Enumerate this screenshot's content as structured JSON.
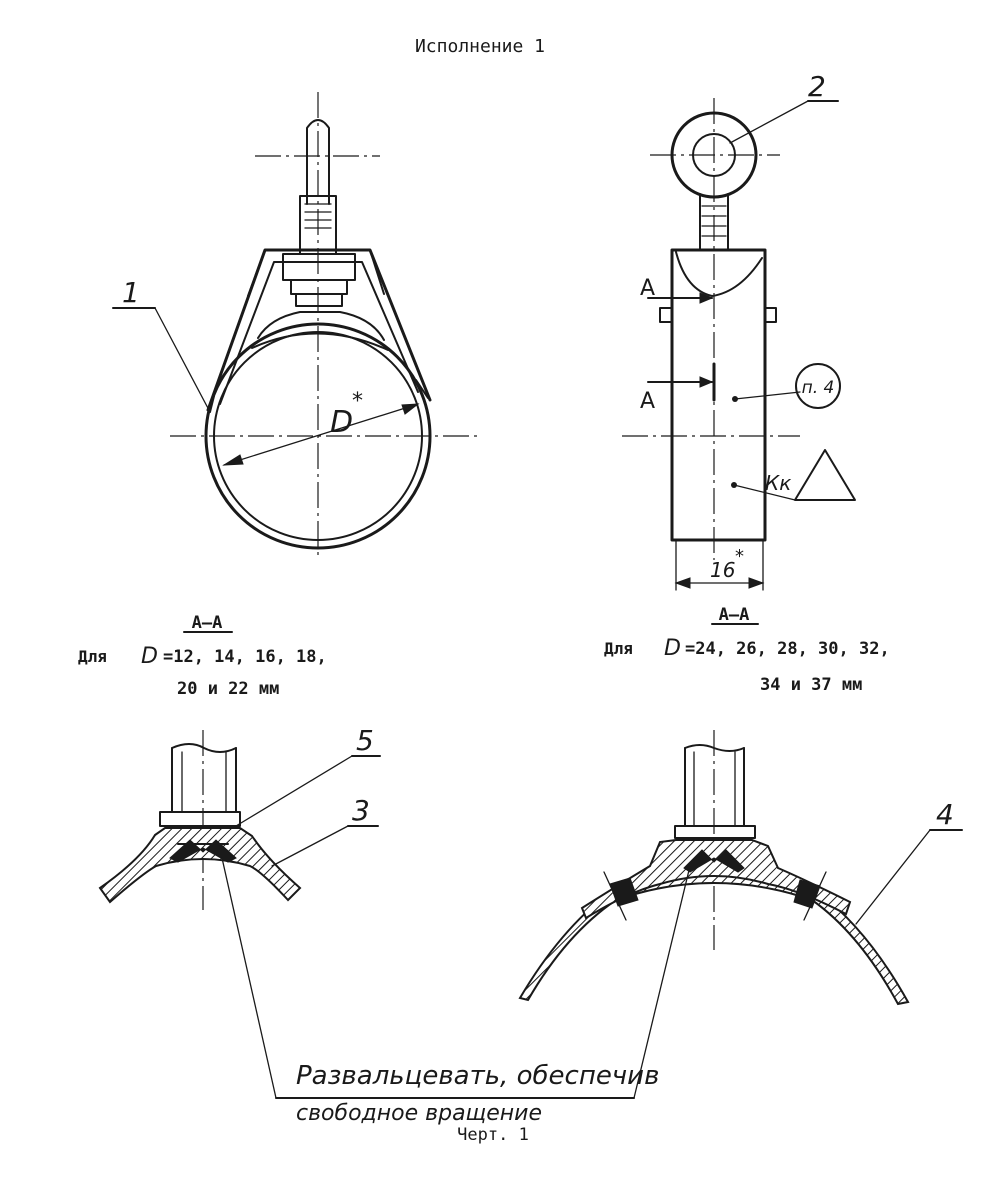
{
  "title": "Исполнение 1",
  "callouts": {
    "part_1": "1",
    "part_2": "2",
    "part_3": "3",
    "part_4": "4",
    "part_5": "5"
  },
  "left_view": {
    "diameter_label": "D",
    "diameter_mark": "*"
  },
  "right_view": {
    "section_mark_upper": "A",
    "section_mark_lower": "A",
    "note_ref": "п. 4",
    "surface_mark": "Кк",
    "width_value": "16",
    "width_mark": "*"
  },
  "section_left": {
    "heading": "А–А",
    "line1_prefix": "Для",
    "line1_symbol": "D",
    "line1_values": "=12, 14, 16, 18,",
    "line2": "20 и 22 мм"
  },
  "section_right": {
    "heading": "А–А",
    "line1_prefix": "Для",
    "line1_symbol": "D",
    "line1_values": "=24, 26, 28, 30, 32,",
    "line2": "34 и 37 мм"
  },
  "note": {
    "line1": "Развальцевать, обеспечив",
    "line2": "свободное вращение"
  },
  "caption": "Черт. 1"
}
